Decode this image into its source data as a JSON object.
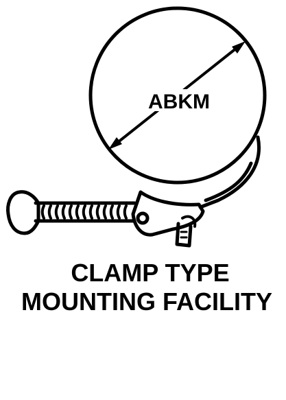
{
  "diagram": {
    "dimension_label": "ABKM",
    "caption_line1": "CLAMP TYPE",
    "caption_line2": "MOUNTING FACILITY"
  },
  "colors": {
    "ink": "#000000",
    "background": "#ffffff"
  }
}
